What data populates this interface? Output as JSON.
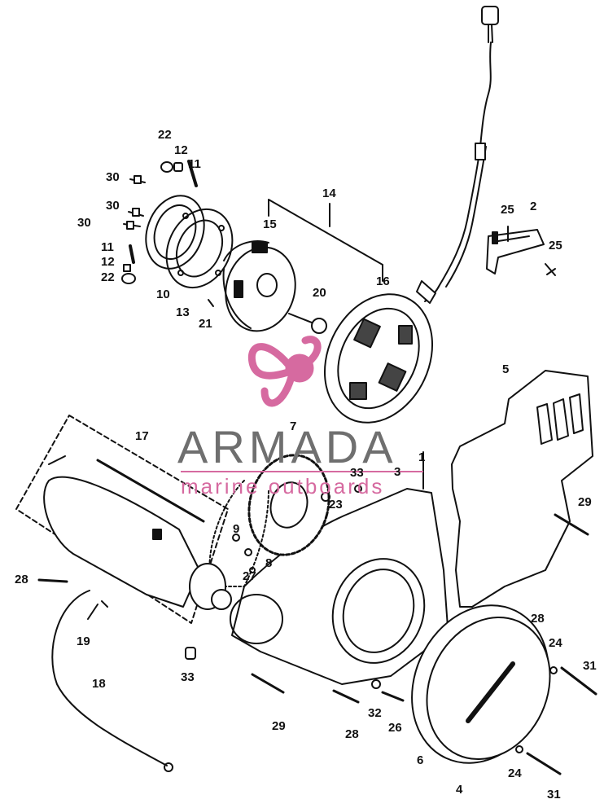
{
  "watermark": {
    "brand": "ARMADA",
    "tagline": "marine outboards",
    "accent_color": "#d66aa0",
    "brand_color": "#6f6f6f",
    "logo": "propeller-icon"
  },
  "callouts": {
    "c1": "1",
    "c2": "2",
    "c3": "3",
    "c4": "4",
    "c5": "5",
    "c6": "6",
    "c7": "7",
    "c8": "8",
    "c9": "9",
    "c10": "10",
    "c11a": "11",
    "c11b": "11",
    "c12a": "12",
    "c12b": "12",
    "c13": "13",
    "c14": "14",
    "c15": "15",
    "c16": "16",
    "c17": "17",
    "c18": "18",
    "c19": "19",
    "c20": "20",
    "c21": "21",
    "c22a": "22",
    "c22b": "22",
    "c23": "23",
    "c24a": "24",
    "c24b": "24",
    "c25a": "25",
    "c25b": "25",
    "c26": "26",
    "c27": "27",
    "c28a": "28",
    "c28b": "28",
    "c28c": "28",
    "c29a": "29",
    "c29b": "29",
    "c30a": "30",
    "c30b": "30",
    "c30c": "30",
    "c31a": "31",
    "c31b": "31",
    "c32": "32",
    "c33a": "33",
    "c33b": "33"
  }
}
